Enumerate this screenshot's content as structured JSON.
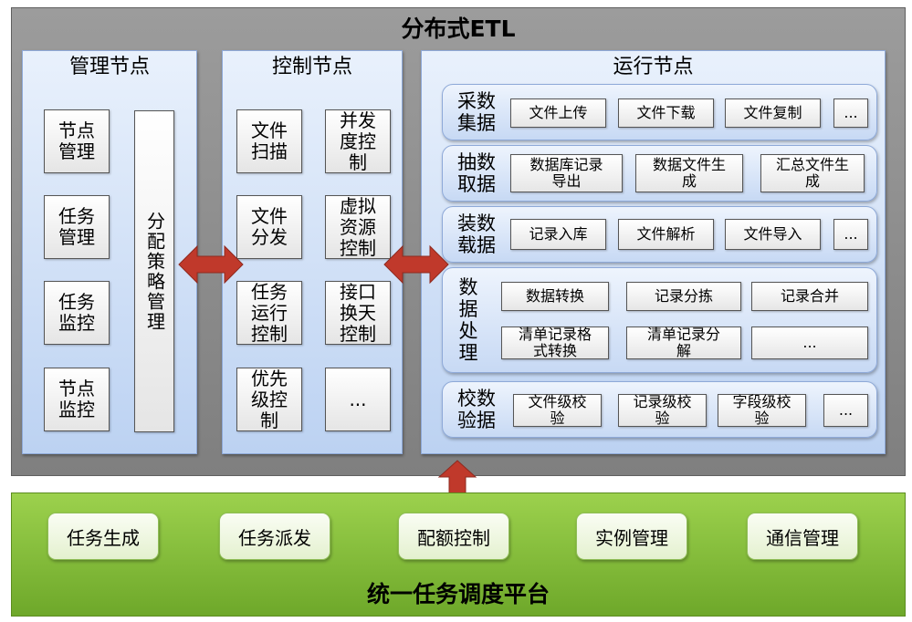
{
  "etl": {
    "title": "分布式ETL"
  },
  "management": {
    "title": "管理节点",
    "items": [
      [
        "节点",
        "管理"
      ],
      [
        "任务",
        "管理"
      ],
      [
        "任务",
        "监控"
      ],
      [
        "节点",
        "监控"
      ]
    ],
    "strategy": "分配策略管理"
  },
  "control": {
    "title": "控制节点",
    "items": [
      [
        "文件",
        "扫描"
      ],
      [
        "并发",
        "度控",
        "制"
      ],
      [
        "文件",
        "分发"
      ],
      [
        "虚拟",
        "资源",
        "控制"
      ],
      [
        "任务",
        "运行",
        "控制"
      ],
      [
        "接口",
        "换天",
        "控制"
      ],
      [
        "优先",
        "级控",
        "制"
      ],
      [
        "..."
      ]
    ]
  },
  "runtime": {
    "title": "运行节点",
    "rows": [
      {
        "label": [
          "采数",
          "集据"
        ],
        "items": [
          [
            "文件上传"
          ],
          [
            "文件下载"
          ],
          [
            "文件复制"
          ],
          [
            "..."
          ]
        ]
      },
      {
        "label": [
          "抽数",
          "取据"
        ],
        "items": [
          [
            "数据库记录",
            "导出"
          ],
          [
            "数据文件生",
            "成"
          ],
          [
            "汇总文件生",
            "成"
          ]
        ]
      },
      {
        "label": [
          "装数",
          "载据"
        ],
        "items": [
          [
            "记录入库"
          ],
          [
            "文件解析"
          ],
          [
            "文件导入"
          ],
          [
            "..."
          ]
        ]
      },
      {
        "label": [
          "数",
          "据",
          "处",
          "理"
        ],
        "items": [
          [
            "数据转换"
          ],
          [
            "记录分拣"
          ],
          [
            "记录合并"
          ],
          [
            "清单记录格",
            "式转换"
          ],
          [
            "清单记录分",
            "解"
          ],
          [
            "..."
          ]
        ]
      },
      {
        "label": [
          "校数",
          "验据"
        ],
        "items": [
          [
            "文件级校",
            "验"
          ],
          [
            "记录级校",
            "验"
          ],
          [
            "字段级校",
            "验"
          ],
          [
            "..."
          ]
        ]
      }
    ]
  },
  "platform": {
    "title": "统一任务调度平台",
    "items": [
      "任务生成",
      "任务派发",
      "配额控制",
      "实例管理",
      "通信管理"
    ]
  },
  "colors": {
    "arrow": "#c0392b",
    "platform_green": "#8cc63f",
    "panel_blue": "#c6d9f1",
    "frame_gray": "#8c8c8c"
  }
}
